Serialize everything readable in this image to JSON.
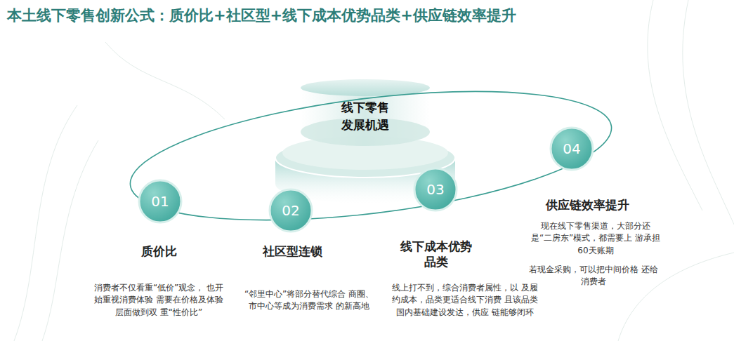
{
  "diagram": {
    "title": "本土线下零售创新公式：质价比+社区型+线下成本优势品类+供应链效率提升",
    "nodes": [
      {
        "text": [
          "线下零售 发展机遇"
        ]
      },
      {
        "text": [
          "01"
        ]
      },
      {
        "text": [
          "02"
        ]
      },
      {
        "text": [
          "03"
        ]
      },
      {
        "text": [
          "04"
        ]
      }
    ],
    "labels": [
      "质价比",
      "消费者不仅看重“低价”观念， 也开始重视消费体验 需要在价格及体验层面做到双 重“性价比”",
      "社区型连锁",
      "“邻里中心”将部分替代综合 商圈、市中心等成为消费需求 的新高地",
      "线下成本优势 品类",
      "线上打不到，综合消费者属性，以 及履约成本，品类更适合线下消费 且该品类国内基础建设发达，供应 链能够闭环",
      "供应链效率提升",
      "现在线下零售渠道，大部分还 是“二房东”模式，都需要上 游承担60天账期",
      "若现金采购，可以把中间价格 还给消费者"
    ]
  }
}
